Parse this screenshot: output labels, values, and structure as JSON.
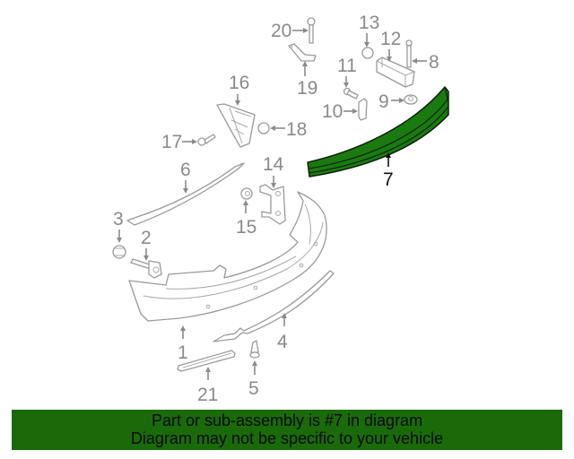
{
  "diagram": {
    "highlighted_part": "7",
    "highlight_color": "#1a7a10",
    "line_color": "#9a9a9a",
    "callouts": [
      {
        "id": "1",
        "label": "1"
      },
      {
        "id": "2",
        "label": "2"
      },
      {
        "id": "3",
        "label": "3"
      },
      {
        "id": "4",
        "label": "4"
      },
      {
        "id": "5",
        "label": "5"
      },
      {
        "id": "6",
        "label": "6"
      },
      {
        "id": "7",
        "label": "7"
      },
      {
        "id": "8",
        "label": "8"
      },
      {
        "id": "9",
        "label": "9"
      },
      {
        "id": "10",
        "label": "10"
      },
      {
        "id": "11",
        "label": "11"
      },
      {
        "id": "12",
        "label": "12"
      },
      {
        "id": "13",
        "label": "13"
      },
      {
        "id": "14",
        "label": "14"
      },
      {
        "id": "15",
        "label": "15"
      },
      {
        "id": "16",
        "label": "16"
      },
      {
        "id": "17",
        "label": "17"
      },
      {
        "id": "18",
        "label": "18"
      },
      {
        "id": "19",
        "label": "19"
      },
      {
        "id": "20",
        "label": "20"
      },
      {
        "id": "21",
        "label": "21"
      }
    ]
  },
  "banner": {
    "line1": "Part or sub-assembly is #7 in diagram",
    "line2": "Diagram may not be specific to your vehicle",
    "background": "#1a6a0a"
  }
}
